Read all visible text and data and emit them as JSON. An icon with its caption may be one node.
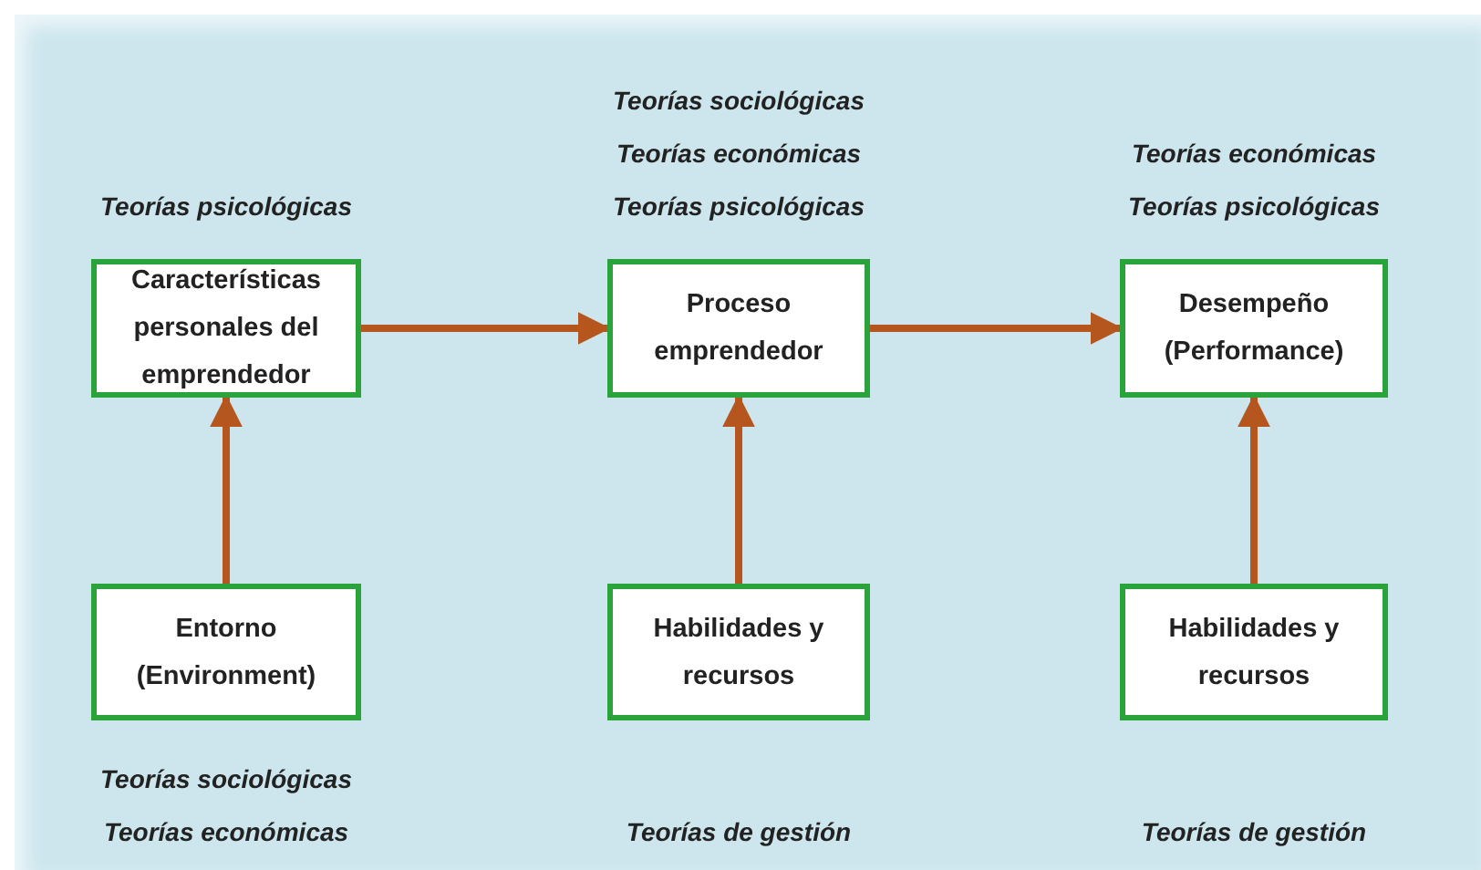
{
  "diagram": {
    "nodes": [
      {
        "text": [
          "Características personales del emprendedor"
        ],
        "beside": [
          "Teorías psicológicas"
        ]
      },
      {
        "text": [
          "Proceso emprendedor"
        ],
        "beside": [
          "Teorías sociológicas",
          "Teorías económicas",
          "Teorías psicológicas"
        ]
      },
      {
        "text": [
          "Desempeño (Performance)"
        ],
        "beside": [
          "Teorías económicas",
          "Teorías psicológicas"
        ]
      },
      {
        "text": [
          "Entorno (Environment)"
        ],
        "beside": [
          "Teorías sociológicas",
          "Teorías económicas"
        ]
      },
      {
        "text": [
          "Habilidades y recursos"
        ],
        "beside": [
          "Teorías de gestión"
        ]
      },
      {
        "text": [
          "Habilidades y recursos"
        ],
        "beside": [
          "Teorías de gestión"
        ]
      }
    ],
    "edges": [
      {
        "from": 0,
        "to": 1,
        "arrow": "to"
      },
      {
        "from": 1,
        "to": 2,
        "arrow": "to"
      },
      {
        "from": 3,
        "to": 0,
        "arrow": "to"
      },
      {
        "from": 4,
        "to": 1,
        "arrow": "to"
      },
      {
        "from": 5,
        "to": 2,
        "arrow": "to"
      }
    ]
  }
}
